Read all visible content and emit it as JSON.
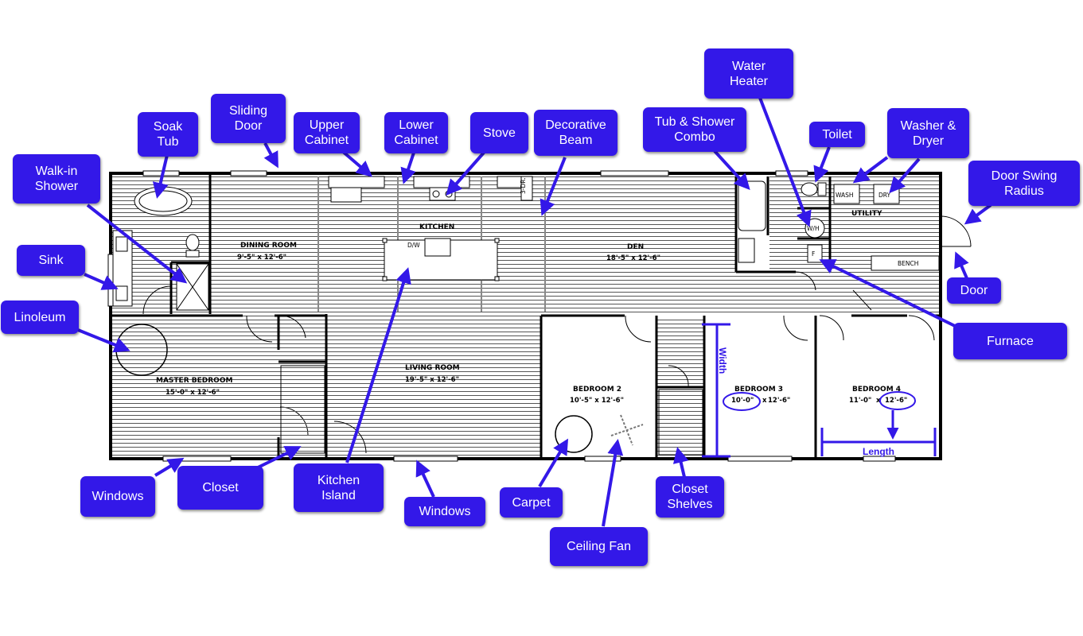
{
  "rooms": {
    "dining": {
      "name": "DINING ROOM",
      "dims": "9'-5\" x 12'-6\""
    },
    "kitchen": {
      "name": "KITCHEN"
    },
    "den": {
      "name": "DEN",
      "dims": "18'-5\" x 12'-6\""
    },
    "utility": {
      "name": "UTILITY"
    },
    "master": {
      "name": "MASTER BEDROOM",
      "dims": "15'-0\" x 12'-6\""
    },
    "living": {
      "name": "LIVING ROOM",
      "dims": "19'-5\" x 12'-6\""
    },
    "bedroom2": {
      "name": "BEDROOM 2",
      "dims": "10'-5\" x 12'-6\""
    },
    "bedroom3": {
      "name": "BEDROOM 3",
      "width": "10'-0\"",
      "x": "x",
      "length": "12'-6\""
    },
    "bedroom4": {
      "name": "BEDROOM 4",
      "width": "11'-0\"",
      "x": "x",
      "length": "12'-6\""
    }
  },
  "fixtures": {
    "dishwasher": "D/W",
    "wh": "W/H",
    "furnace": "F",
    "wash": "WASH",
    "dry": "DRY",
    "bench": "BENCH",
    "ref": "3-DR."
  },
  "dimension_labels": {
    "width": "Width",
    "length": "Length"
  },
  "callouts": {
    "soak_tub": "Soak\nTub",
    "sliding_door": "Sliding\nDoor",
    "upper_cabinet": "Upper\nCabinet",
    "lower_cabinet": "Lower\nCabinet",
    "stove": "Stove",
    "decorative_beam": "Decorative\nBeam",
    "water_heater": "Water\nHeater",
    "tub_shower": "Tub & Shower\nCombo",
    "toilet": "Toilet",
    "washer_dryer": "Washer &\nDryer",
    "walkin_shower": "Walk-in\nShower",
    "door_swing": "Door Swing\nRadius",
    "sink": "Sink",
    "door": "Door",
    "linoleum": "Linoleum",
    "furnace": "Furnace",
    "windows_left": "Windows",
    "closet": "Closet",
    "kitchen_island": "Kitchen\nIsland",
    "windows_center": "Windows",
    "carpet": "Carpet",
    "closet_shelves": "Closet\nShelves",
    "ceiling_fan": "Ceiling Fan"
  },
  "colors": {
    "callout": "#3318e8",
    "wall": "#000000",
    "floor_lines": "#555555"
  }
}
